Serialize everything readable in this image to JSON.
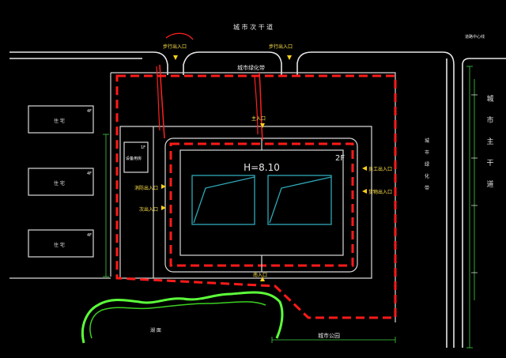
{
  "roads": {
    "north_road": "城 市 次 干 道",
    "east_road": "城 市 主 干 道",
    "green_belt_east": "城 市 绿 化 带",
    "green_belt_north": "城市绿化带",
    "south_park": "城市公园",
    "lake": "湖 面"
  },
  "buildings": {
    "residential": [
      {
        "label": "住 宅",
        "floors": "4F"
      },
      {
        "label": "住 宅",
        "floors": "4F"
      },
      {
        "label": "住 宅",
        "floors": "4F"
      }
    ],
    "equipment_room": {
      "label": "设备用房",
      "floors": "1F"
    },
    "main": {
      "height": "H=8.10",
      "floors": "2F"
    }
  },
  "entrances": {
    "pedestrian_left": "步行出入口",
    "pedestrian_right": "步行出入口",
    "main_entry": "主入口",
    "fire_entry": "消防出入口",
    "service_entry": "次出入口",
    "staff_entry": "员工出入口",
    "goods_entry": "货物出入口",
    "south_entry": "南入口"
  },
  "legend": {
    "corner_tag": "道路中心线"
  },
  "colors": {
    "background": "#000000",
    "boundary": "#ff1a1a",
    "lines": "#d8d8d8",
    "dimension": "#40d040",
    "roof": "#2fa8b8",
    "marker": "#ffd21a",
    "lake_edge": "#5cff3a"
  }
}
